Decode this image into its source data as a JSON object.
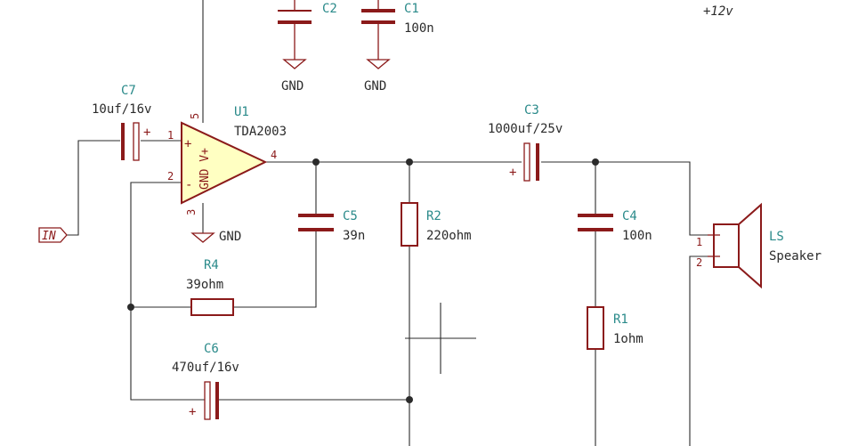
{
  "components": {
    "c1": {
      "ref": "C1",
      "value": "100n"
    },
    "c2": {
      "ref": "C2"
    },
    "c3": {
      "ref": "C3",
      "value": "1000uf/25v"
    },
    "c4": {
      "ref": "C4",
      "value": "100n"
    },
    "c5": {
      "ref": "C5",
      "value": "39n"
    },
    "c6": {
      "ref": "C6",
      "value": "470uf/16v"
    },
    "c7": {
      "ref": "C7",
      "value": "10uf/16v"
    },
    "r1": {
      "ref": "R1",
      "value": "1ohm"
    },
    "r2": {
      "ref": "R2",
      "value": "220ohm"
    },
    "r4": {
      "ref": "R4",
      "value": "39ohm"
    },
    "u1": {
      "ref": "U1",
      "value": "TDA2003",
      "inner_label": "GND V+"
    },
    "ls": {
      "ref": "LS",
      "value": "Speaker"
    }
  },
  "power": {
    "gnd_c2": "GND",
    "gnd_c1": "GND",
    "gnd_u1": "GND",
    "vcc": "+12v"
  },
  "pins": {
    "u1_1": "1",
    "u1_2": "2",
    "u1_3": "3",
    "u1_4": "4",
    "u1_5": "5",
    "ls_1": "1",
    "ls_2": "2",
    "u1_plus": "+",
    "u1_minus": "-"
  },
  "polarity": {
    "c7": "+",
    "c3": "+",
    "c6": "+"
  },
  "labels": {
    "in": "IN"
  }
}
